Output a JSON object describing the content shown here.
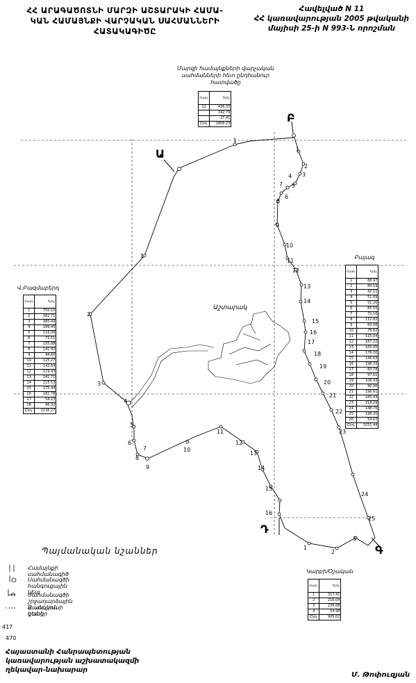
{
  "header": {
    "title_lines": [
      "ՀՀ ԱՐԱԳԱԾՈՏՆԻ ՄԱՐԶԻ ԱՇՏԱՐԱԿԻ ՀԱՄԱ-",
      "ԿԱՆ ՀԱՄԱՅՆՔԻ ՎԱՐՉԱԿԱՆ ՍԱՀՄԱՆՆԵՐԻ",
      "ՀԱՏԱԿԱԳԻԾԸ"
    ],
    "annex_lines": [
      "Հավելված N 11",
      "ՀՀ կառավարության 2005 թվականի",
      "մայիսի 25-ի N 993-Ն որոշման"
    ]
  },
  "tables": {
    "north": {
      "caption_lines": [
        "Մարզի համայնքների վարչական",
        "սահմանների հետ ընդհանուր",
        "հատվածը"
      ],
      "rows": [
        [
          "11",
          "436.33"
        ],
        [
          "",
          "342.79"
        ],
        [
          "",
          "27.41"
        ],
        [
          "Ընդ.",
          "1806.23"
        ]
      ]
    },
    "west": {
      "caption": "Վ.Բազմաբերդ",
      "rows": [
        [
          "1",
          "750.15"
        ],
        [
          "2",
          "382.71"
        ],
        [
          "3",
          "385.49"
        ],
        [
          "4",
          "189.45"
        ],
        [
          "5",
          "116.09"
        ],
        [
          "6",
          "71.51"
        ],
        [
          "7",
          "155.88"
        ],
        [
          "8",
          "141.92"
        ],
        [
          "9",
          "44.60"
        ],
        [
          "10",
          "125.27"
        ],
        [
          "11",
          "142.64"
        ],
        [
          "12",
          "119.43"
        ],
        [
          "13",
          "241.71"
        ],
        [
          "14",
          "115.53"
        ],
        [
          "15",
          "175.44"
        ],
        [
          "16",
          "182.78"
        ],
        [
          "17",
          "54.23"
        ],
        [
          "18",
          "96.32"
        ],
        [
          "Ընդ.",
          "2136.27"
        ]
      ]
    },
    "east": {
      "caption": "Բայազ",
      "rows": [
        [
          "1",
          "88.97"
        ],
        [
          "2",
          "80.19"
        ],
        [
          "3",
          "42.11"
        ],
        [
          "4",
          "51.09"
        ],
        [
          "5",
          "51.20"
        ],
        [
          "6",
          "85.55"
        ],
        [
          "7",
          "72.16"
        ],
        [
          "8",
          "112.82"
        ],
        [
          "9",
          "83.08"
        ],
        [
          "10",
          "76.62"
        ],
        [
          "11",
          "115.04"
        ],
        [
          "12",
          "167.22"
        ],
        [
          "13",
          "165.95"
        ],
        [
          "14",
          "176.00"
        ],
        [
          "15",
          "146.63"
        ],
        [
          "16",
          "198.33"
        ],
        [
          "17",
          "83.78"
        ],
        [
          "18",
          "97.61"
        ],
        [
          "19",
          "106.93"
        ],
        [
          "20",
          "96.96"
        ],
        [
          "21",
          "196.61"
        ],
        [
          "22",
          "165.43"
        ],
        [
          "23",
          "218.29"
        ],
        [
          "24",
          "148.76"
        ],
        [
          "25",
          "198.20"
        ],
        [
          "26",
          "54.63"
        ],
        [
          "Ընդ.",
          "3251.44"
        ]
      ]
    },
    "south": {
      "caption": "Կարբի/Օշական",
      "rows": [
        [
          "1",
          "317.41"
        ],
        [
          "2",
          "216.04"
        ],
        [
          "3",
          "236.68"
        ],
        [
          "4",
          "54.98"
        ],
        [
          "Ընդ.",
          "905.02"
        ]
      ]
    }
  },
  "map": {
    "city_label": "Աշտարակ",
    "corner_labels": {
      "A": "Ա",
      "B": "Բ",
      "G": "Գ",
      "D": "Դ"
    }
  },
  "legend": {
    "title": "Պայմանական նշաններ",
    "items": [
      "Համայնքի սահմանագիծ",
      "Սահմանագծի հանգուցային կետ",
      "Սահմանագծի շրջադարձային և անկյուն կետեր",
      "Քառակուսի ցանց"
    ]
  },
  "footer": {
    "sheet_top": "417",
    "sheet_bottom": "470",
    "org_lines": [
      "Հայաստանի Հանրապետության",
      "կառավարության աշխատակազմի",
      "ղեկավար-նախարար"
    ],
    "signature": "Մ. Թոփուզյան"
  }
}
